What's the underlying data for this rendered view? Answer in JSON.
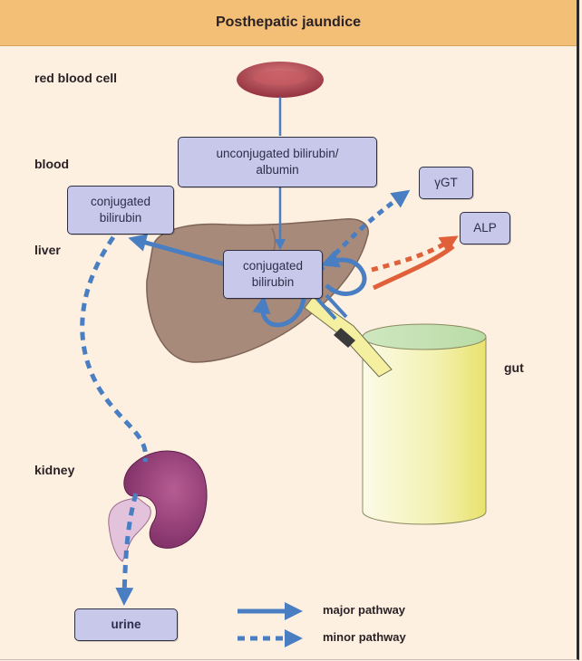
{
  "title": "Posthepatic jaundice",
  "labels": {
    "red_blood_cell": "red blood cell",
    "blood": "blood",
    "liver": "liver",
    "gut": "gut",
    "kidney": "kidney"
  },
  "boxes": {
    "unconjugated": "unconjugated bilirubin/\nalbumin",
    "conjugated_blood": "conjugated\nbilirubin",
    "conjugated_liver": "conjugated\nbilirubin",
    "ggt": "γGT",
    "alp": "ALP",
    "urine": "urine"
  },
  "legend": {
    "major": "major pathway",
    "minor": "minor pathway"
  },
  "colors": {
    "header": "#f3bf76",
    "background": "#fdf0e0",
    "box_fill": "#c7c8ea",
    "arrow_blue": "#4a7ec2",
    "arrow_red": "#e0603a",
    "liver": "#a88a7a",
    "kidney": "#93407a",
    "rbc": "#b5404a"
  }
}
